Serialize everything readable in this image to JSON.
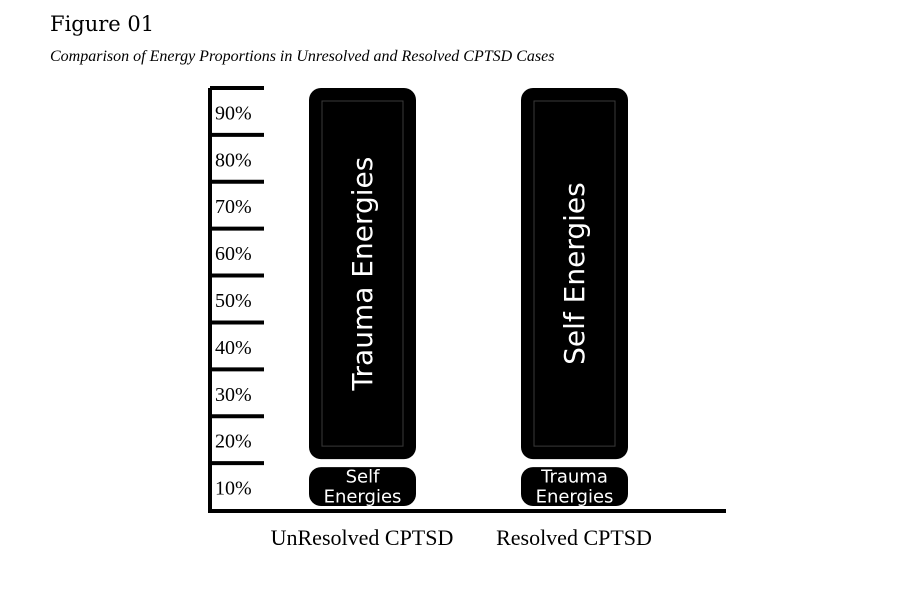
{
  "figure_label": "Figure 01",
  "chart_data": {
    "type": "bar",
    "stacked": true,
    "title": "Comparison of Energy Proportions in Unresolved and Resolved CPTSD Cases",
    "categories": [
      "UnResolved CPTSD",
      "Resolved CPTSD"
    ],
    "y_ticks": [
      "10%",
      "20%",
      "30%",
      "40%",
      "50%",
      "60%",
      "70%",
      "80%",
      "90%"
    ],
    "ylim": [
      0,
      90
    ],
    "grid": false,
    "legend": "none",
    "bar_color": "#000000",
    "label_color": "#ffffff",
    "stacks": [
      {
        "category": "UnResolved CPTSD",
        "segments": [
          {
            "label": "Self Energies",
            "value": 10
          },
          {
            "label": "Trauma Energies",
            "value": 80
          }
        ]
      },
      {
        "category": "Resolved CPTSD",
        "segments": [
          {
            "label": "Trauma Energies",
            "value": 10
          },
          {
            "label": "Self Energies",
            "value": 80
          }
        ]
      }
    ]
  }
}
